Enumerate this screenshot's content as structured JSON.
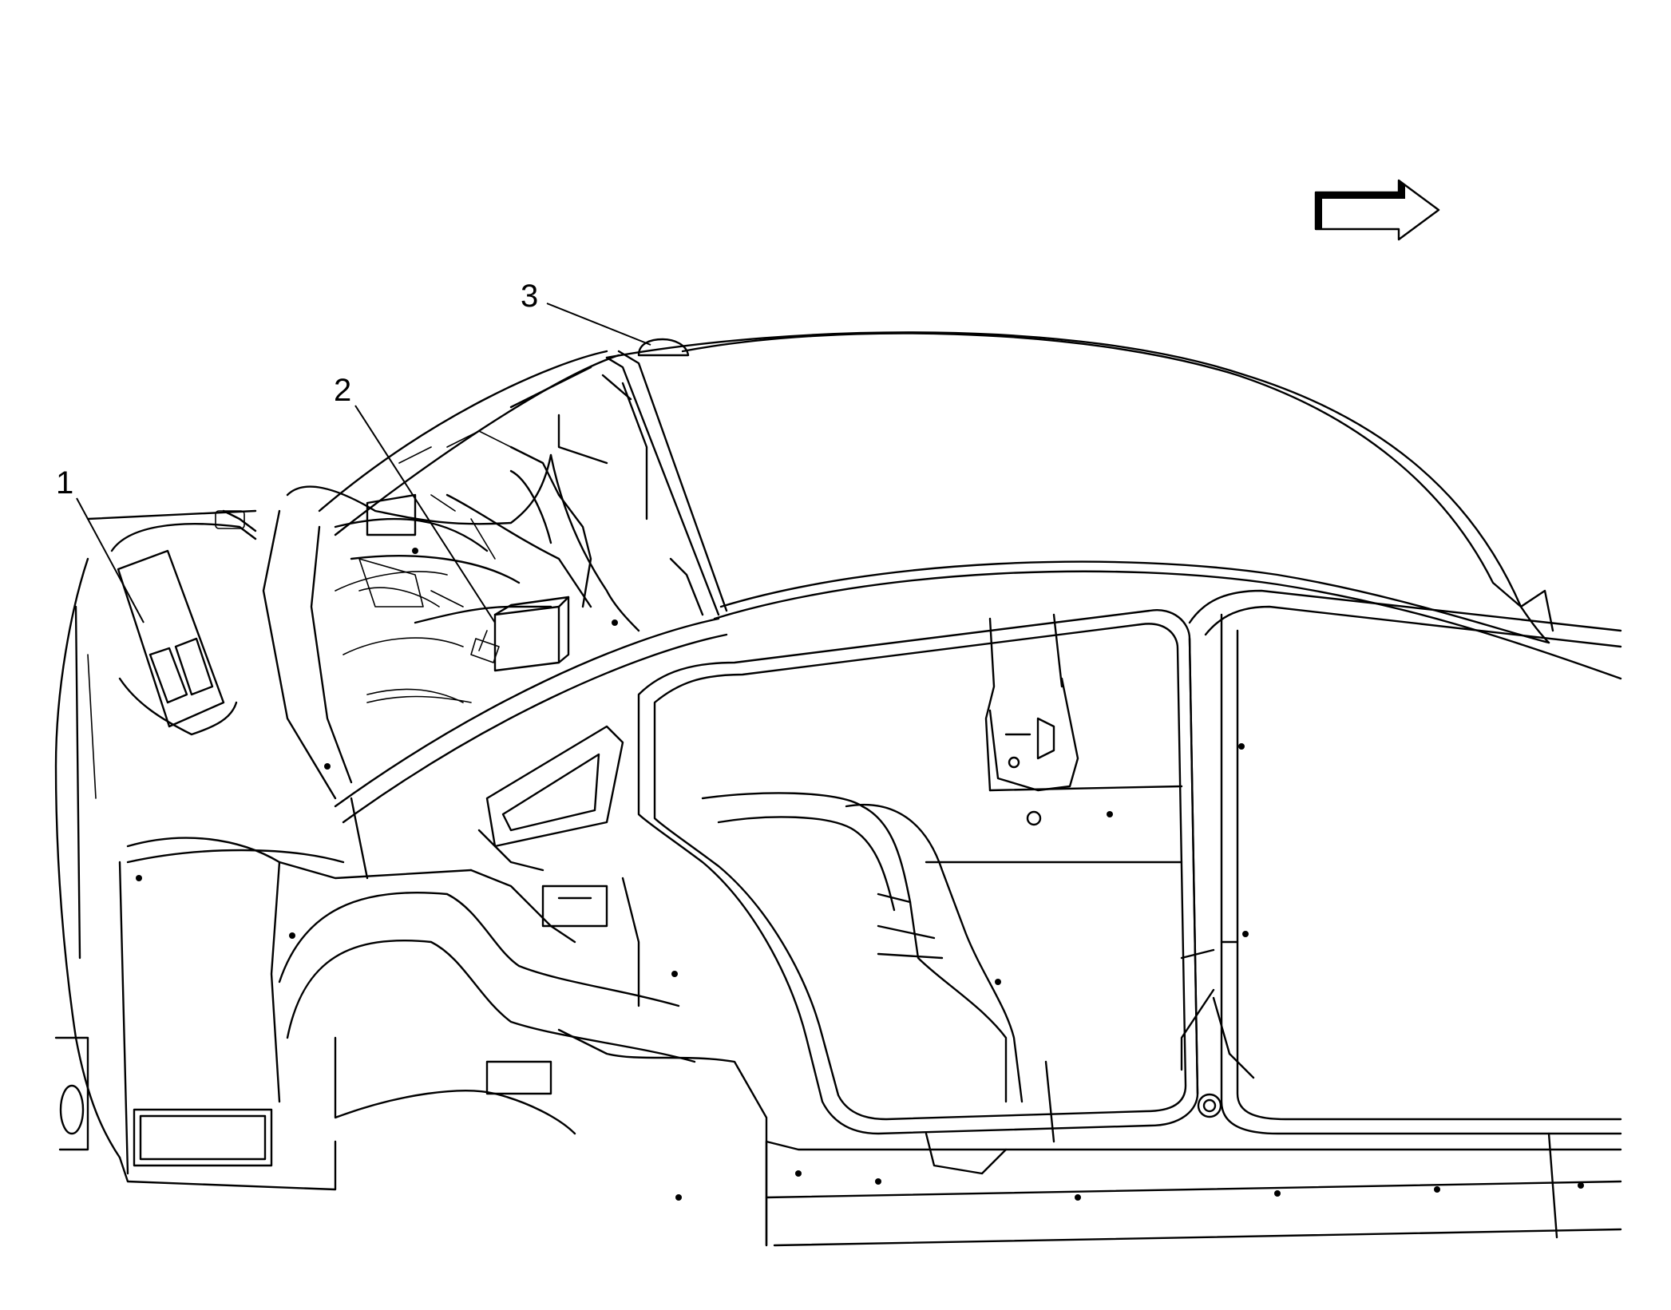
{
  "figure": {
    "callouts": [
      {
        "id": "callout-1",
        "label": "1"
      },
      {
        "id": "callout-2",
        "label": "2"
      },
      {
        "id": "callout-3",
        "label": "3"
      }
    ],
    "direction_arrow": {
      "icon": "forward-arrow-icon"
    }
  }
}
